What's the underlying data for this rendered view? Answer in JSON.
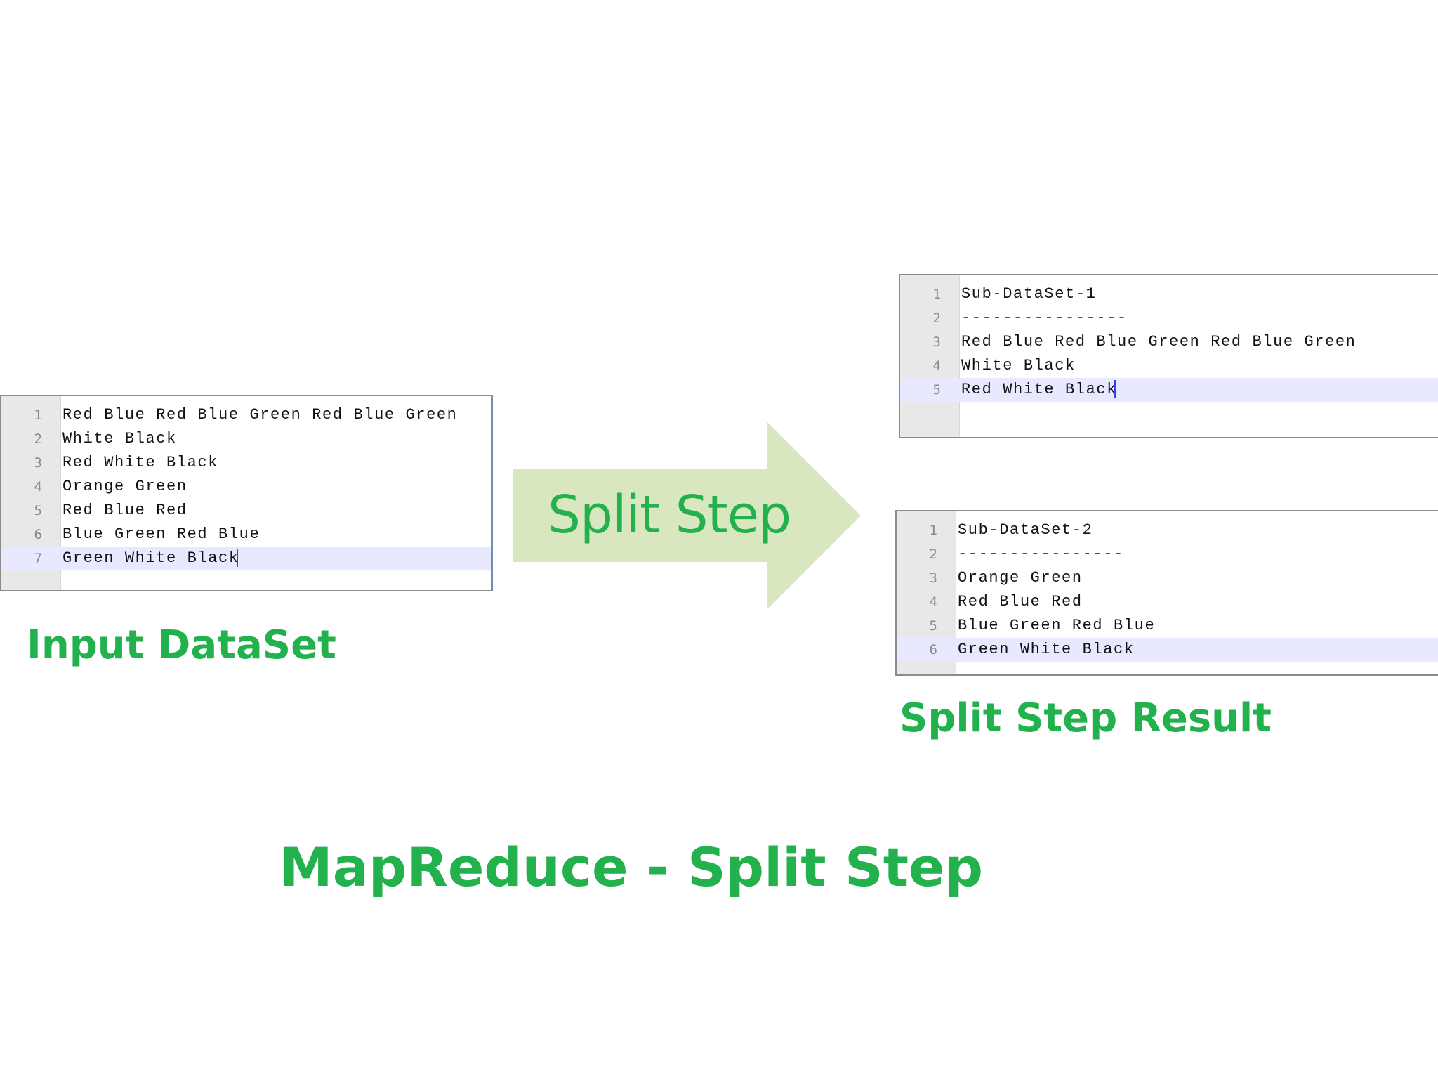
{
  "input_editor": {
    "lines": [
      {
        "n": "1",
        "text": "Red Blue Red Blue Green Red Blue Green"
      },
      {
        "n": "2",
        "text": "White Black"
      },
      {
        "n": "3",
        "text": "Red White Black"
      },
      {
        "n": "4",
        "text": "Orange Green"
      },
      {
        "n": "5",
        "text": "Red Blue Red"
      },
      {
        "n": "6",
        "text": "Blue Green Red Blue"
      },
      {
        "n": "7",
        "text": "Green White Black"
      }
    ]
  },
  "input_label": "Input DataSet",
  "arrow_label": "Split Step",
  "subset1_editor": {
    "lines": [
      {
        "n": "1",
        "text": "Sub-DataSet-1"
      },
      {
        "n": "2",
        "text": "----------------"
      },
      {
        "n": "3",
        "text": "Red Blue Red Blue Green Red Blue Green"
      },
      {
        "n": "4",
        "text": "White Black"
      },
      {
        "n": "5",
        "text": "Red White Black"
      }
    ]
  },
  "subset2_editor": {
    "lines": [
      {
        "n": "1",
        "text": "Sub-DataSet-2"
      },
      {
        "n": "2",
        "text": "----------------"
      },
      {
        "n": "3",
        "text": "Orange Green"
      },
      {
        "n": "4",
        "text": "Red Blue Red"
      },
      {
        "n": "5",
        "text": "Blue Green Red Blue"
      },
      {
        "n": "6",
        "text": "Green White Black"
      }
    ]
  },
  "result_label": "Split Step Result",
  "title": "MapReduce - Split Step",
  "colors": {
    "label_green": "#22b14c",
    "arrow_fill": "#d9e7c1",
    "current_line": "#e8e8ff"
  }
}
